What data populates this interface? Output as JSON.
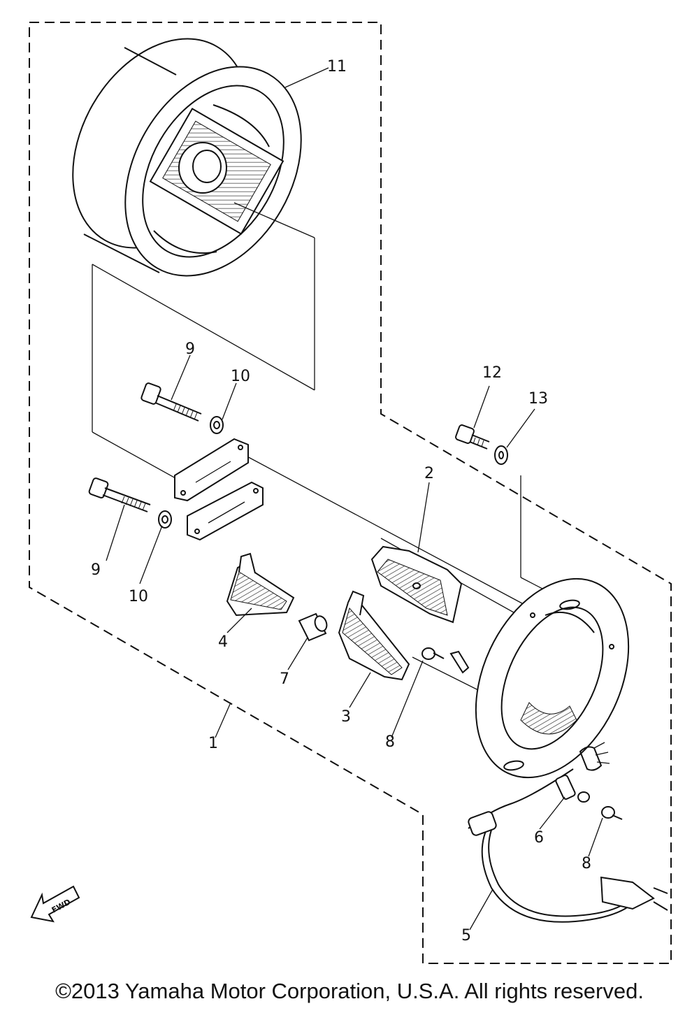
{
  "callouts": {
    "c1": "1",
    "c2": "2",
    "c3": "3",
    "c4": "4",
    "c5": "5",
    "c6": "6",
    "c7": "7",
    "c8a": "8",
    "c8b": "8",
    "c9a": "9",
    "c9b": "9",
    "c10a": "10",
    "c10b": "10",
    "c11": "11",
    "c12": "12",
    "c13": "13"
  },
  "fwd_label": "FWD",
  "copyright": "©2013 Yamaha Motor Corporation, U.S.A. All rights reserved."
}
